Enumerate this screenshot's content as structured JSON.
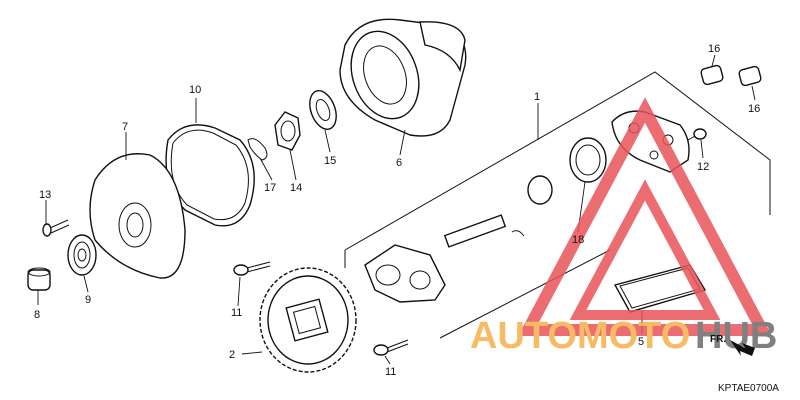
{
  "diagram": {
    "callouts": [
      {
        "id": "c1",
        "label": "1"
      },
      {
        "id": "c2",
        "label": "2"
      },
      {
        "id": "c5",
        "label": "5"
      },
      {
        "id": "c6",
        "label": "6"
      },
      {
        "id": "c7",
        "label": "7"
      },
      {
        "id": "c8",
        "label": "8"
      },
      {
        "id": "c9",
        "label": "9"
      },
      {
        "id": "c10",
        "label": "10"
      },
      {
        "id": "c11a",
        "label": "11"
      },
      {
        "id": "c11b",
        "label": "11"
      },
      {
        "id": "c12",
        "label": "12"
      },
      {
        "id": "c13",
        "label": "13"
      },
      {
        "id": "c14",
        "label": "14"
      },
      {
        "id": "c15",
        "label": "15"
      },
      {
        "id": "c16a",
        "label": "16"
      },
      {
        "id": "c16b",
        "label": "16"
      },
      {
        "id": "c17",
        "label": "17"
      },
      {
        "id": "c18",
        "label": "18"
      }
    ],
    "front_arrow": "FR.",
    "drawing_code": "KPTAE0700A"
  },
  "watermark": {
    "text_auto": "AUTOMOTO",
    "text_hub": "HUB",
    "color_auto": "#f5b04a",
    "color_hub": "#6b6b6b",
    "color_triangle": "#e8545a"
  }
}
